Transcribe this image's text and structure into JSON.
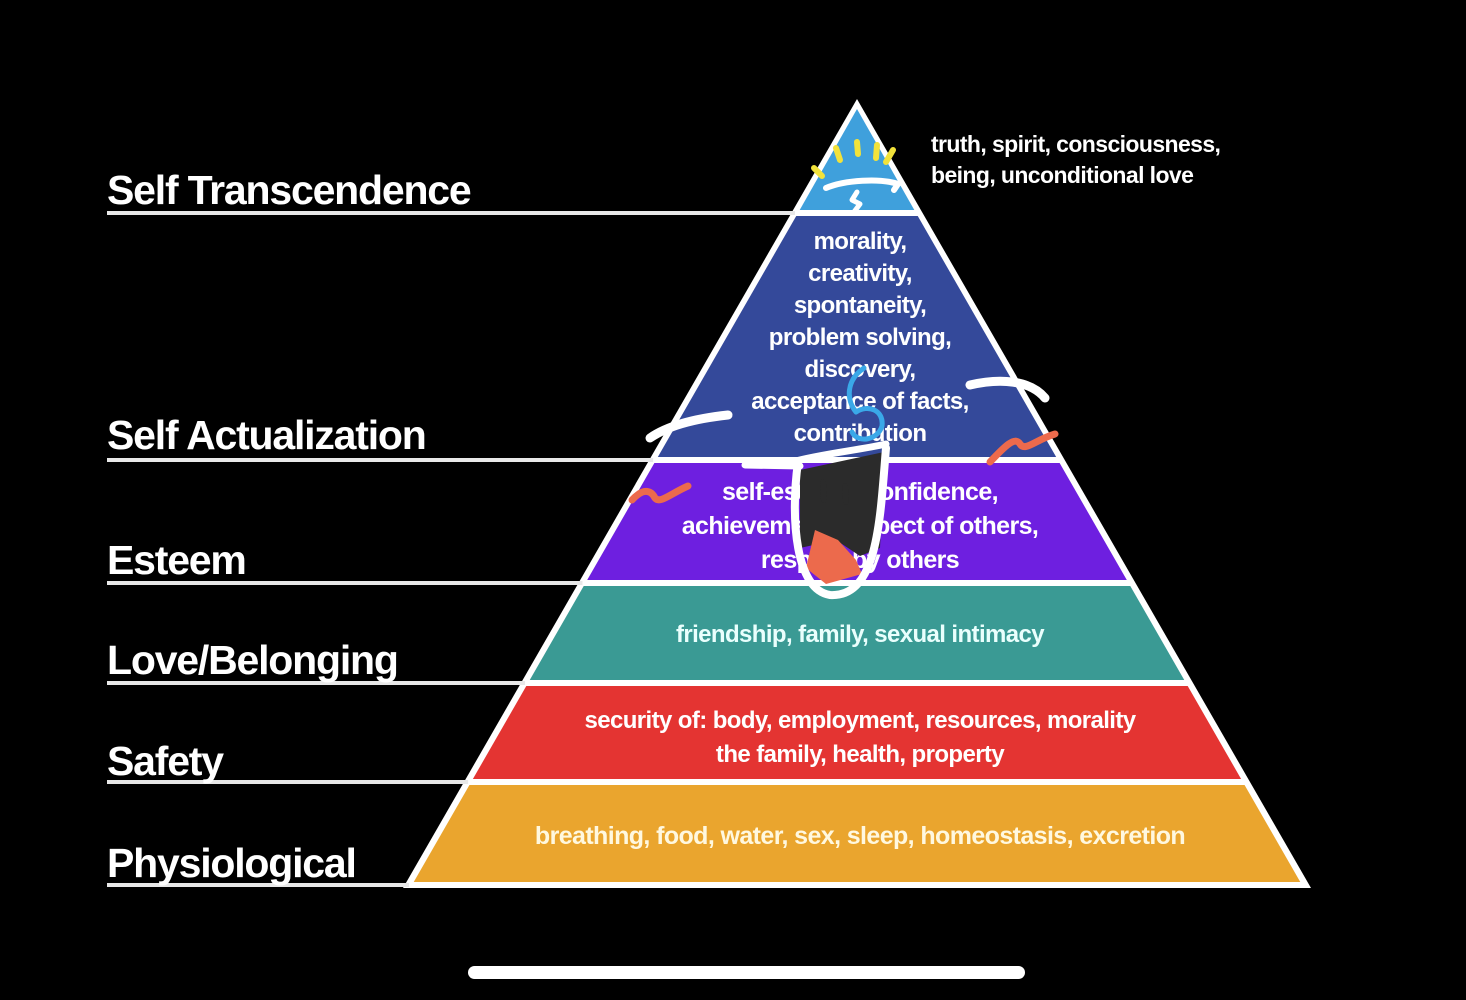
{
  "diagram": {
    "title": "Maslow's hierarchy of needs",
    "tiers": [
      {
        "level": "Self Transcendence",
        "description": [],
        "color": "#3fa0dc"
      },
      {
        "level": "Self Actualization",
        "description": [
          "morality,",
          "creativity,",
          "spontaneity,",
          "problem solving,",
          "discovery,",
          "acceptance of facts,",
          "contribution"
        ],
        "color": "#34499a"
      },
      {
        "level": "Esteem",
        "description": [
          "self-esteem, confidence,",
          "achievement, respect of others,",
          "respect by others"
        ],
        "color": "#6e1fe0"
      },
      {
        "level": "Love/Belonging",
        "description": [
          "friendship, family, sexual intimacy"
        ],
        "color": "#3a9a94"
      },
      {
        "level": "Safety",
        "description": [
          "security of: body, employment, resources, morality",
          "the family, health, property"
        ],
        "color": "#e43432"
      },
      {
        "level": "Physiological",
        "description": [
          "breathing, food, water, sex, sleep, homeostasis, excretion"
        ],
        "color": "#eaa52e"
      }
    ],
    "top_note": [
      "truth, spirit, consciousness,",
      "being, unconditional love"
    ],
    "background": "#000000",
    "outline_color": "#ffffff"
  },
  "annotations": {
    "doodle_colors": {
      "white": "#ffffff",
      "yellow": "#f2e23a",
      "blue": "#3aa8e8",
      "orange": "#ec6a4c",
      "dark": "#2b2b2b"
    }
  }
}
